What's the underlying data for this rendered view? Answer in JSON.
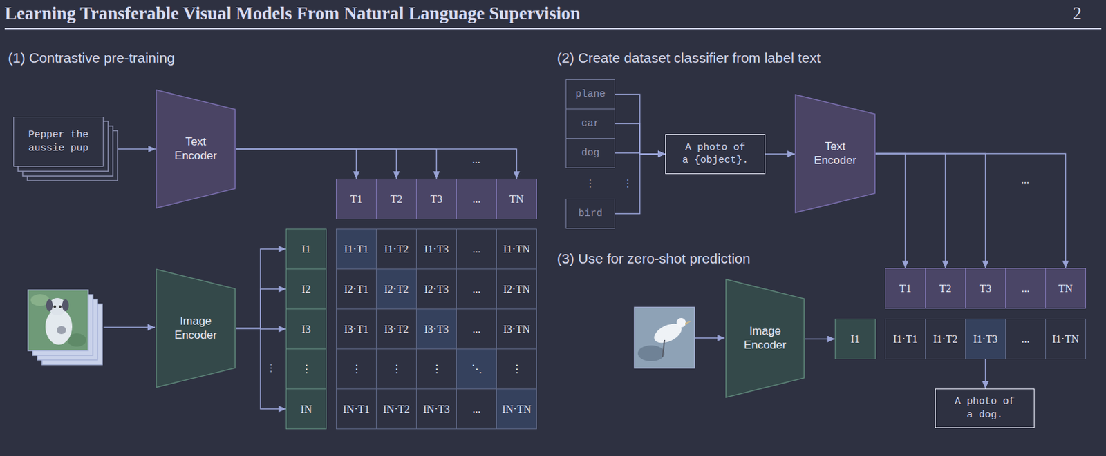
{
  "diagram": {
    "title": "Learning Transferable Visual Models From Natural Language Supervision",
    "nodes": [
      {
        "text": [
          "Pepper the aussie pup"
        ]
      },
      {
        "text": [
          "Text Encoder"
        ]
      },
      {
        "text": [
          "T1"
        ]
      },
      {
        "text": [
          "T2"
        ]
      },
      {
        "text": [
          "T3"
        ]
      },
      {
        "text": [
          "..."
        ]
      },
      {
        "text": [
          "TN"
        ]
      },
      {
        "text": [
          "Image Encoder"
        ]
      },
      {
        "text": [
          "I1"
        ]
      },
      {
        "text": [
          "I2"
        ]
      },
      {
        "text": [
          "I3"
        ]
      },
      {
        "text": [
          "⋮"
        ]
      },
      {
        "text": [
          "IN"
        ]
      },
      {
        "text": [
          "I1·T1"
        ]
      },
      {
        "text": [
          "I1·T2"
        ]
      },
      {
        "text": [
          "I1·T3"
        ]
      },
      {
        "text": [
          "..."
        ]
      },
      {
        "text": [
          "I1·TN"
        ]
      },
      {
        "text": [
          "I2·T1"
        ]
      },
      {
        "text": [
          "I2·T2"
        ]
      },
      {
        "text": [
          "I2·T3"
        ]
      },
      {
        "text": [
          "..."
        ]
      },
      {
        "text": [
          "I2·TN"
        ]
      },
      {
        "text": [
          "I3·T1"
        ]
      },
      {
        "text": [
          "I3·T2"
        ]
      },
      {
        "text": [
          "I3·T3"
        ]
      },
      {
        "text": [
          "..."
        ]
      },
      {
        "text": [
          "I3·TN"
        ]
      },
      {
        "text": [
          "⋮"
        ]
      },
      {
        "text": [
          "⋮"
        ]
      },
      {
        "text": [
          "⋮"
        ]
      },
      {
        "text": [
          "⋱"
        ]
      },
      {
        "text": [
          "⋮"
        ]
      },
      {
        "text": [
          "IN·T1"
        ]
      },
      {
        "text": [
          "IN·T2"
        ]
      },
      {
        "text": [
          "IN·T3"
        ]
      },
      {
        "text": [
          "..."
        ]
      },
      {
        "text": [
          "IN·TN"
        ]
      },
      {
        "text": [
          "plane"
        ]
      },
      {
        "text": [
          "car"
        ]
      },
      {
        "text": [
          "dog"
        ]
      },
      {
        "text": [
          "bird"
        ]
      },
      {
        "text": [
          "A photo of a {object}."
        ]
      },
      {
        "text": [
          "Text Encoder"
        ]
      },
      {
        "text": [
          "T1"
        ]
      },
      {
        "text": [
          "T2"
        ]
      },
      {
        "text": [
          "T3"
        ]
      },
      {
        "text": [
          "..."
        ]
      },
      {
        "text": [
          "TN"
        ]
      },
      {
        "text": [
          "Image Encoder"
        ]
      },
      {
        "text": [
          "I1"
        ]
      },
      {
        "text": [
          "I1·T1"
        ]
      },
      {
        "text": [
          "I1·T2"
        ]
      },
      {
        "text": [
          "I1·T3"
        ]
      },
      {
        "text": [
          "..."
        ]
      },
      {
        "text": [
          "I1·TN"
        ]
      },
      {
        "text": [
          "A photo of a dog."
        ]
      }
    ],
    "edges": [
      {
        "from": 0,
        "to": 1,
        "arrow": "to"
      },
      {
        "from": 1,
        "to": 2,
        "arrow": "to"
      },
      {
        "from": 1,
        "to": 3,
        "arrow": "to"
      },
      {
        "from": 1,
        "to": 4,
        "arrow": "to"
      },
      {
        "from": 1,
        "to": 6,
        "arrow": "to"
      },
      {
        "from": 7,
        "to": 8,
        "arrow": "to"
      },
      {
        "from": 7,
        "to": 9,
        "arrow": "to"
      },
      {
        "from": 7,
        "to": 10,
        "arrow": "to"
      },
      {
        "from": 7,
        "to": 12,
        "arrow": "to"
      },
      {
        "from": 38,
        "to": 42,
        "arrow": "to"
      },
      {
        "from": 39,
        "to": 42,
        "arrow": "to"
      },
      {
        "from": 40,
        "to": 42,
        "arrow": "to"
      },
      {
        "from": 41,
        "to": 42,
        "arrow": "to"
      },
      {
        "from": 42,
        "to": 43,
        "arrow": "to"
      },
      {
        "from": 43,
        "to": 44,
        "arrow": "to"
      },
      {
        "from": 43,
        "to": 45,
        "arrow": "to"
      },
      {
        "from": 43,
        "to": 46,
        "arrow": "to"
      },
      {
        "from": 43,
        "to": 48,
        "arrow": "to"
      },
      {
        "from": 49,
        "to": 50,
        "arrow": "to"
      },
      {
        "from": 53,
        "to": 56,
        "arrow": "to"
      }
    ],
    "labels": [
      "2",
      "(1) Contrastive pre-training",
      "...",
      "⋮",
      "(2) Create dataset classifier from label text",
      "⋮",
      "⋮",
      "...",
      "(3) Use for zero-shot prediction"
    ]
  }
}
